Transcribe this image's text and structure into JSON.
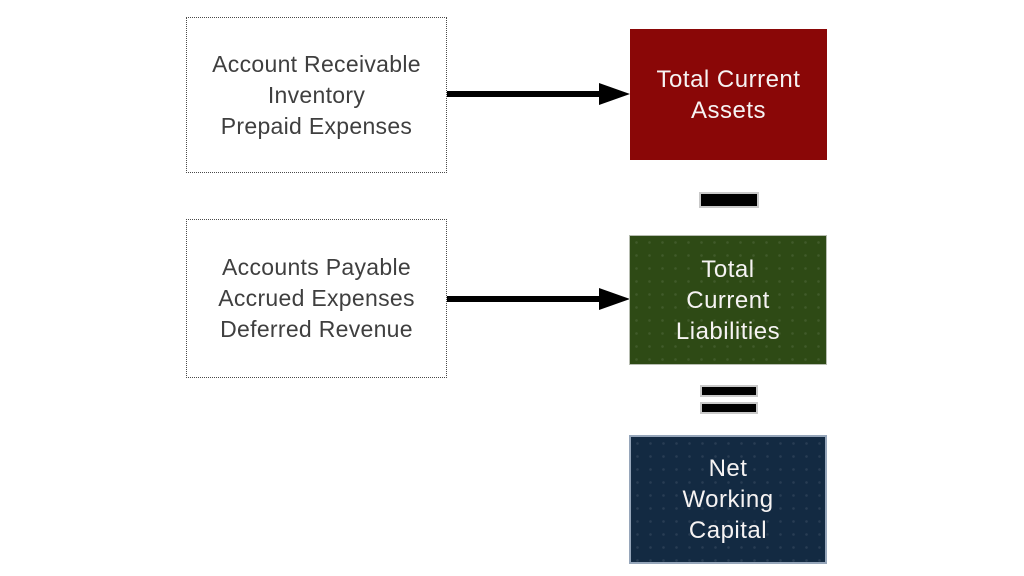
{
  "colors": {
    "page-bg": "#FFFFFF",
    "assets-box-bg": "#8A0707",
    "liabilities-box-bg": "#2E4A15",
    "result-box-bg": "#132A42",
    "box-text": "#F6F3F3",
    "input-text": "#3F3F3F",
    "input-border": "#4A4A4A",
    "arrow-color": "#000000",
    "operator-color": "#000000",
    "operator-border": "#C9C9C9",
    "liabilities-border": "#B7BDB1",
    "result-border": "#96A6BA"
  },
  "diagram": {
    "asset_components": {
      "lines": [
        "Account Receivable",
        "Inventory",
        "Prepaid Expenses"
      ]
    },
    "liability_components": {
      "lines": [
        "Accounts Payable",
        "Accrued Expenses",
        "Deferred Revenue"
      ]
    },
    "total_current_assets": {
      "lines": [
        "Total Current",
        "Assets"
      ]
    },
    "total_current_liabilities": {
      "lines": [
        "Total",
        "Current",
        "Liabilities"
      ]
    },
    "net_working_capital": {
      "lines": [
        "Net",
        "Working",
        "Capital"
      ]
    },
    "operators": {
      "minus": "−",
      "equals": "="
    }
  }
}
